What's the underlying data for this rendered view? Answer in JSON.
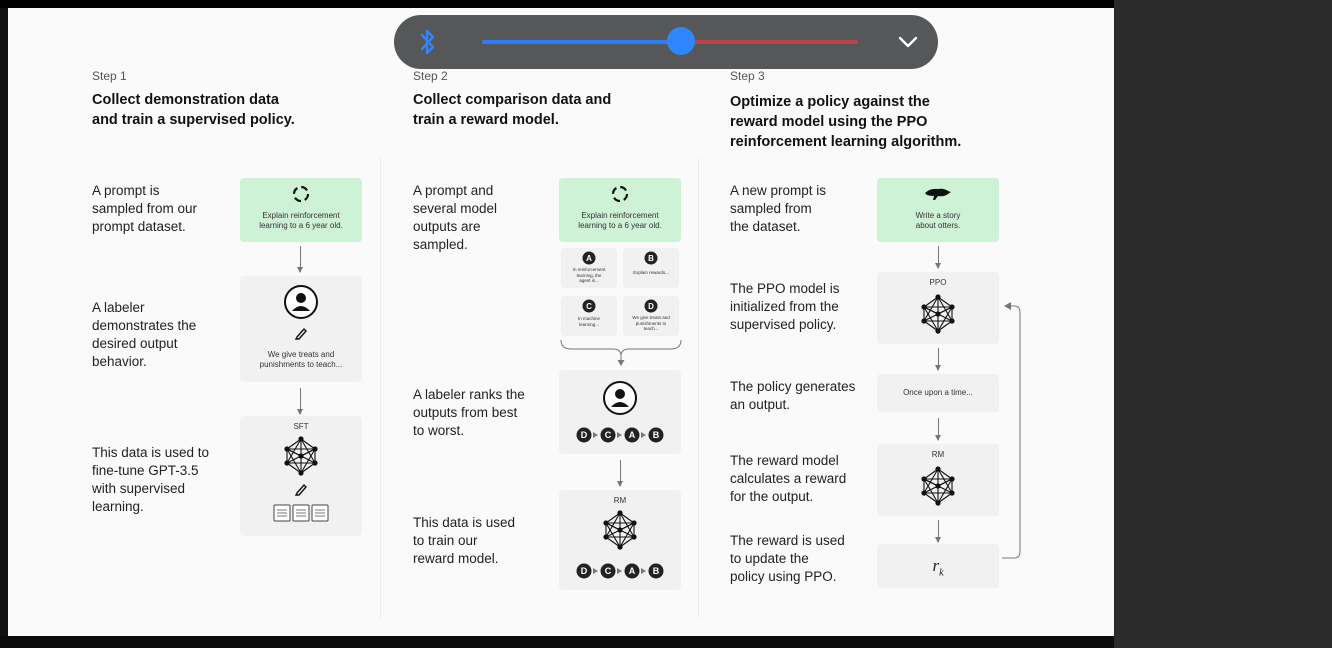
{
  "player": {
    "progress_percent": 53,
    "colors": {
      "played": "#2f7cf6",
      "remaining": "#b8444f",
      "bluetooth": "#2f86ff"
    }
  },
  "diagram": {
    "step1": {
      "label": "Step 1",
      "heading_line1": "Collect demonstration data",
      "heading_line2": "and train a supervised policy.",
      "desc1": [
        "A prompt is",
        "sampled from our",
        "prompt dataset."
      ],
      "desc2": [
        "A labeler",
        "demonstrates the",
        "desired output",
        "behavior."
      ],
      "desc3": [
        "This data is used to",
        "fine-tune GPT-3.5",
        "with supervised",
        "learning."
      ],
      "prompt_box": [
        "Explain reinforcement",
        "learning to a 6 year old."
      ],
      "demo_box": [
        "We give treats and",
        "punishments to teach..."
      ],
      "model_label": "SFT"
    },
    "step2": {
      "label": "Step 2",
      "heading_line1": "Collect comparison data and",
      "heading_line2": "train a reward model.",
      "desc1": [
        "A prompt and",
        "several model",
        "outputs are",
        "sampled."
      ],
      "desc2": [
        "A labeler ranks the",
        "outputs from best",
        "to worst."
      ],
      "desc3": [
        "This data is used",
        "to train our",
        "reward model."
      ],
      "prompt_box": [
        "Explain reinforcement",
        "learning to a 6 year old."
      ],
      "outputs": [
        {
          "letter": "A",
          "text": [
            "In reinforcement",
            "learning, the",
            "agent is..."
          ]
        },
        {
          "letter": "B",
          "text": [
            "Explain rewards..."
          ]
        },
        {
          "letter": "C",
          "text": [
            "In machine",
            "learning..."
          ]
        },
        {
          "letter": "D",
          "text": [
            "We give treats and",
            "punishments to",
            "teach..."
          ]
        }
      ],
      "ranking": [
        "D",
        "C",
        "A",
        "B"
      ],
      "model_label": "RM"
    },
    "step3": {
      "label": "Step 3",
      "heading_line1": "Optimize a policy against the",
      "heading_line2": "reward model using the PPO",
      "heading_line3": "reinforcement learning algorithm.",
      "desc1": [
        "A new prompt is",
        "sampled from",
        "the dataset."
      ],
      "desc2": [
        "The PPO model is",
        "initialized from the",
        "supervised policy."
      ],
      "desc3": [
        "The policy generates",
        "an output."
      ],
      "desc4": [
        "The reward model",
        "calculates a reward",
        "for the output."
      ],
      "desc5": [
        "The reward is used",
        "to update the",
        "policy using PPO."
      ],
      "prompt_box": [
        "Write a story",
        "about otters."
      ],
      "ppo_label": "PPO",
      "output_text": "Once upon a time...",
      "rm_label": "RM",
      "reward_symbol": "r",
      "reward_subscript": "k"
    }
  }
}
